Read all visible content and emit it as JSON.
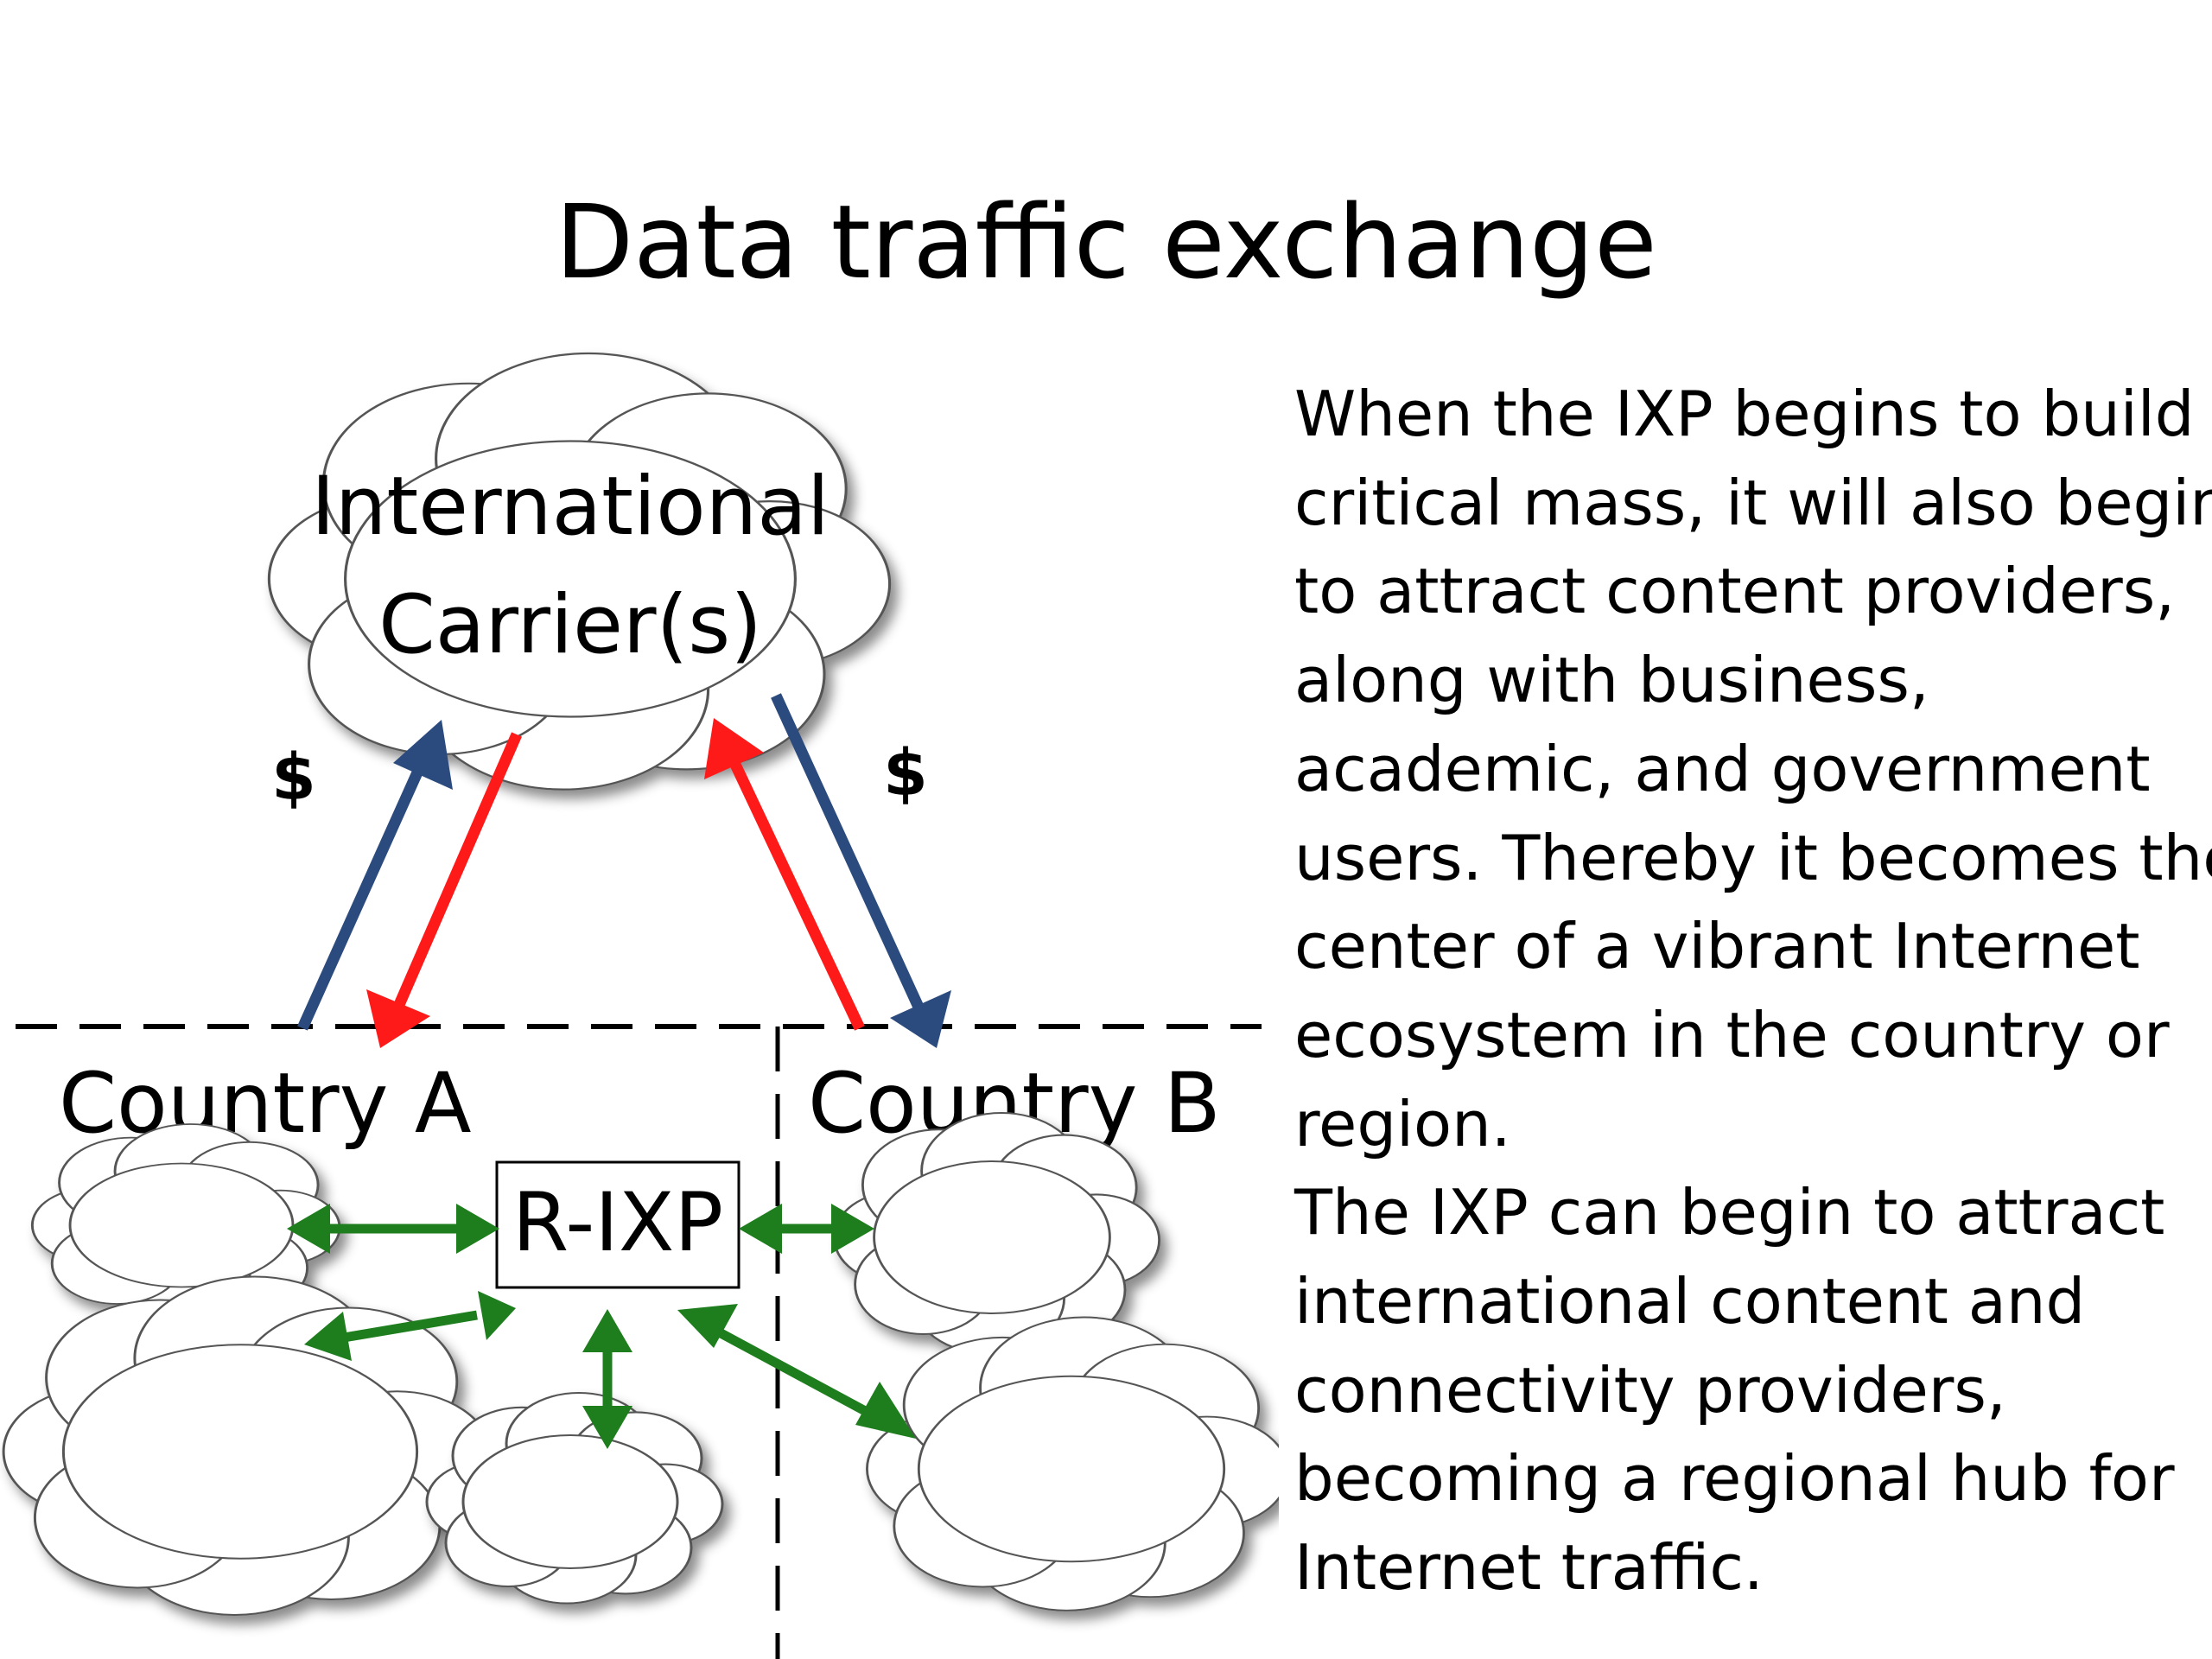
{
  "slide": {
    "title": "Data traffic exchange"
  },
  "diagram": {
    "carrier_cloud": {
      "line1": "International",
      "line2": "Carrier(s)"
    },
    "payment_label_left": "$",
    "payment_label_right": "$",
    "country_a_label": "Country A",
    "country_b_label": "Country B",
    "ixp_label": "R-IXP",
    "colors": {
      "uplink_arrow": "#2B4A7E",
      "downlink_arrow": "#FF1A1A",
      "peering_arrow": "#1E7E1E",
      "border_line": "#000000"
    }
  },
  "description": {
    "paragraph1": [
      "When the IXP begins to build",
      "critical mass, it will also begins",
      "to attract content providers,",
      "along with business,",
      "academic, and government",
      "users. Thereby it becomes the",
      "center of a vibrant Internet",
      "ecosystem in the country or",
      "region."
    ],
    "paragraph2": [
      "The IXP can begin to attract",
      "international content and",
      "connectivity providers,",
      "becoming a regional hub for",
      "Internet traffic."
    ]
  }
}
